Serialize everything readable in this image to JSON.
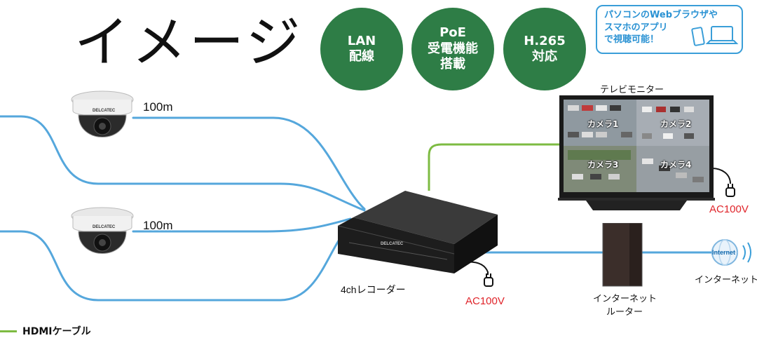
{
  "title": "イメージ",
  "badges": [
    {
      "line1": "LAN",
      "line2": "配線",
      "line3": ""
    },
    {
      "line1": "PoE",
      "line2": "受電機能",
      "line3": "搭載"
    },
    {
      "line1": "H.265",
      "line2": "対応",
      "line3": ""
    }
  ],
  "pc_box": {
    "line1": "パソコンのWebブラウザや",
    "line2": "スマホのアプリ",
    "line3": "で視聴可能！"
  },
  "cameras": [
    {
      "distance": "100m",
      "brand": "DELCATEC"
    },
    {
      "distance": "100m",
      "brand": "DELCATEC"
    }
  ],
  "recorder": {
    "label": "4chレコーダー",
    "power": "AC100V",
    "brand": "DELCATEC"
  },
  "monitor": {
    "label": "テレビモニター",
    "power": "AC100V",
    "panes": [
      "カメラ1",
      "カメラ2",
      "カメラ3",
      "カメラ4"
    ]
  },
  "router": {
    "label_line1": "インターネット",
    "label_line2": "ルーター"
  },
  "internet": {
    "icon_text": "Internet",
    "label": "インターネット"
  },
  "legend": {
    "label": "HDMIケーブル"
  },
  "colors": {
    "lan": "#55a7dc",
    "hdmi": "#7dbb42",
    "badge": "#2e7d46",
    "accent": "#2a92d3",
    "power_label": "#e0242a"
  }
}
